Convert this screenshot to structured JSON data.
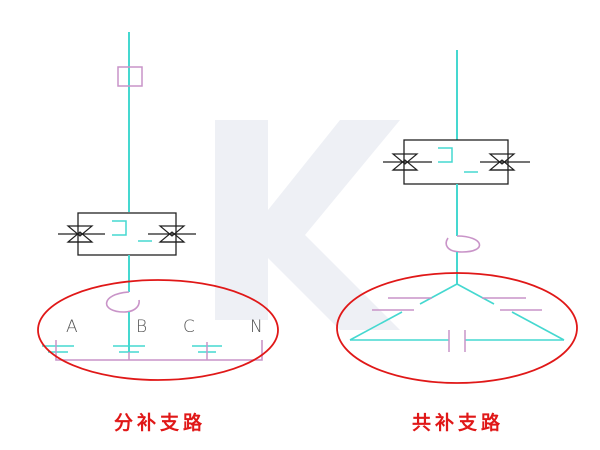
{
  "left_circuit": {
    "caption": "分补支路",
    "phase_labels": [
      "A",
      "B",
      "C",
      "N"
    ]
  },
  "right_circuit": {
    "caption": "共补支路"
  },
  "colors": {
    "wire": "#45d8d0",
    "capacitor": "#c994c8",
    "highlight_ellipse": "#e01818",
    "caption_text": "#e01818",
    "switch_outline": "#222222",
    "watermark": "#eef0f5"
  },
  "icons": {
    "thyristor_switch": "thyristor-switch-icon",
    "inductor": "reactor-coil-icon",
    "capacitor": "capacitor-icon",
    "fuse": "fuse-icon"
  }
}
